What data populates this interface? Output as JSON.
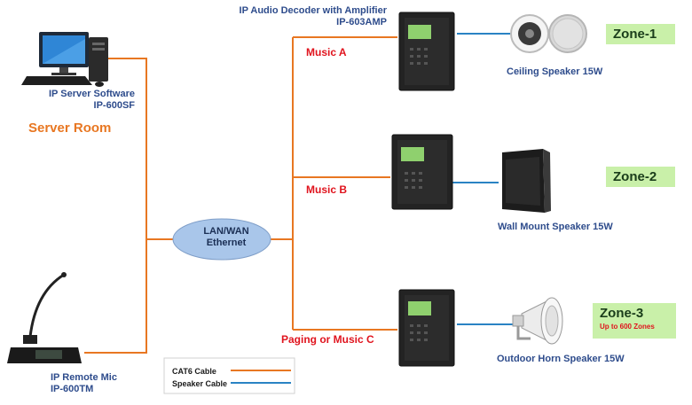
{
  "server": {
    "line1": "IP Server Software",
    "line2": "IP-600SF",
    "room": "Server Room"
  },
  "mic": {
    "line1": "IP Remote  Mic",
    "line2": "IP-600TM"
  },
  "lan": {
    "line1": "LAN/WAN",
    "line2": "Ethernet"
  },
  "decoder": {
    "line1": "IP  Audio Decoder  with Amplifier",
    "line2": "IP-603AMP"
  },
  "branches": [
    {
      "label": "Music A"
    },
    {
      "label": "Music B"
    },
    {
      "label": "Paging or Music C"
    }
  ],
  "speakers": [
    {
      "label": "Ceiling Speaker 15W"
    },
    {
      "label": "Wall Mount Speaker  15W"
    },
    {
      "label": "Outdoor Horn Speaker 15W"
    }
  ],
  "zones": [
    {
      "label": "Zone-1"
    },
    {
      "label": "Zone-2"
    },
    {
      "label": "Zone-3",
      "note": "Up to 600 Zones"
    }
  ],
  "legend": {
    "cat6": "CAT6 Cable",
    "speaker": "Speaker Cable"
  },
  "colors": {
    "cat6": "#e87722",
    "speaker_cable": "#2a83c4",
    "zone_fill": "#c9f0a9",
    "lan_fill": "#a9c6ea"
  }
}
